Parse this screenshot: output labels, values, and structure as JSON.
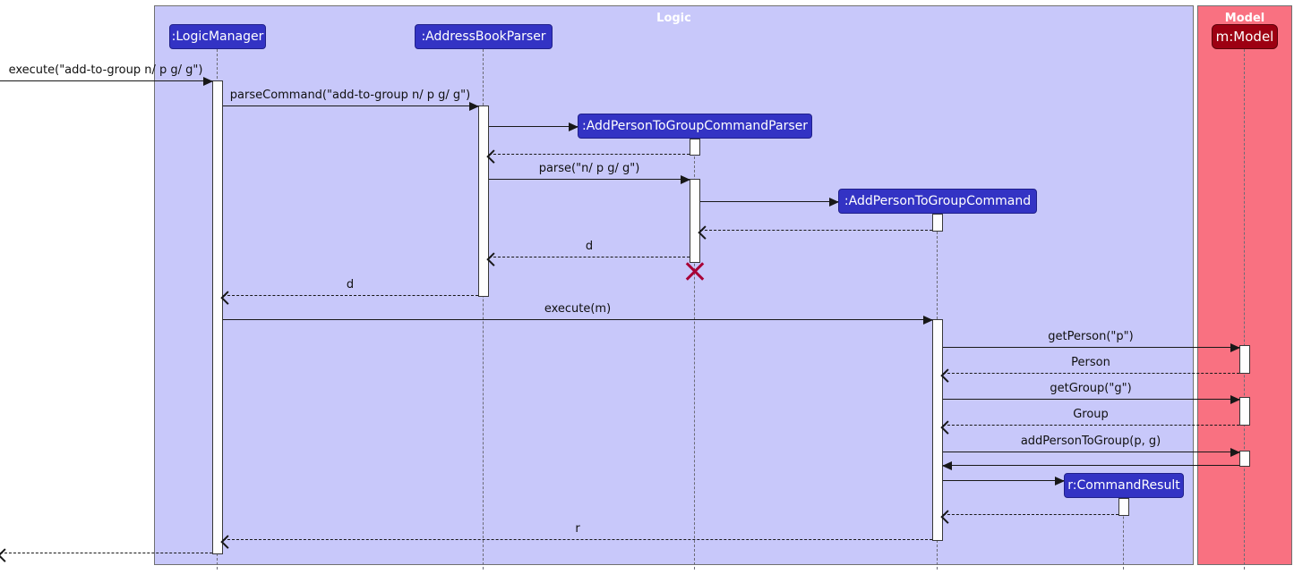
{
  "diagram": {
    "type": "uml-sequence-diagram",
    "frames": [
      {
        "id": "logic",
        "label": "Logic",
        "fill": "#C8C8FA"
      },
      {
        "id": "model",
        "label": "Model",
        "fill": "#F97181"
      }
    ],
    "participants": [
      {
        "id": "logic-manager",
        "label": ":LogicManager",
        "color": "#3333C4"
      },
      {
        "id": "address-book-parser",
        "label": ":AddressBookParser",
        "color": "#3333C4"
      },
      {
        "id": "add-person-to-group-command-parser",
        "label": ":AddPersonToGroupCommandParser",
        "color": "#3333C4"
      },
      {
        "id": "add-person-to-group-command",
        "label": ":AddPersonToGroupCommand",
        "color": "#3333C4"
      },
      {
        "id": "command-result",
        "label": "r:CommandResult",
        "color": "#3333C4"
      },
      {
        "id": "model",
        "label": "m:Model",
        "color": "#9D0012"
      }
    ],
    "messages": [
      {
        "label": "execute(\"add-to-group n/ p g/ g\")",
        "type": "call",
        "from": "external",
        "to": "logic-manager"
      },
      {
        "label": "parseCommand(\"add-to-group n/ p g/ g\")",
        "type": "call",
        "from": "logic-manager",
        "to": "address-book-parser"
      },
      {
        "label": "",
        "type": "create",
        "from": "address-book-parser",
        "to": "add-person-to-group-command-parser"
      },
      {
        "label": "",
        "type": "return",
        "from": "add-person-to-group-command-parser",
        "to": "address-book-parser"
      },
      {
        "label": "parse(\"n/ p g/ g\")",
        "type": "call",
        "from": "address-book-parser",
        "to": "add-person-to-group-command-parser"
      },
      {
        "label": "",
        "type": "create",
        "from": "add-person-to-group-command-parser",
        "to": "add-person-to-group-command"
      },
      {
        "label": "",
        "type": "return",
        "from": "add-person-to-group-command",
        "to": "add-person-to-group-command-parser"
      },
      {
        "label": "d",
        "type": "return",
        "from": "add-person-to-group-command-parser",
        "to": "address-book-parser"
      },
      {
        "label": "d",
        "type": "return",
        "from": "address-book-parser",
        "to": "logic-manager"
      },
      {
        "label": "execute(m)",
        "type": "call",
        "from": "logic-manager",
        "to": "add-person-to-group-command"
      },
      {
        "label": "getPerson(\"p\")",
        "type": "call",
        "from": "add-person-to-group-command",
        "to": "model"
      },
      {
        "label": "Person",
        "type": "return",
        "from": "model",
        "to": "add-person-to-group-command"
      },
      {
        "label": "getGroup(\"g\")",
        "type": "call",
        "from": "add-person-to-group-command",
        "to": "model"
      },
      {
        "label": "Group",
        "type": "return",
        "from": "model",
        "to": "add-person-to-group-command"
      },
      {
        "label": "addPersonToGroup(p, g)",
        "type": "call",
        "from": "add-person-to-group-command",
        "to": "model"
      },
      {
        "label": "",
        "type": "return-solid",
        "from": "model",
        "to": "add-person-to-group-command"
      },
      {
        "label": "",
        "type": "create",
        "from": "add-person-to-group-command",
        "to": "command-result"
      },
      {
        "label": "",
        "type": "return",
        "from": "command-result",
        "to": "add-person-to-group-command"
      },
      {
        "label": "r",
        "type": "return",
        "from": "add-person-to-group-command",
        "to": "logic-manager"
      },
      {
        "label": "",
        "type": "return",
        "from": "logic-manager",
        "to": "external"
      }
    ],
    "destroy_marker": {
      "participant": "add-person-to-group-command-parser",
      "symbol": "X"
    },
    "colors": {
      "logic_fill": "#C8C8FA",
      "model_fill": "#F97181",
      "logic_participant": "#3333C4",
      "model_participant": "#9D0012",
      "destroy_x": "#A80036",
      "arrow": "#181818"
    }
  }
}
